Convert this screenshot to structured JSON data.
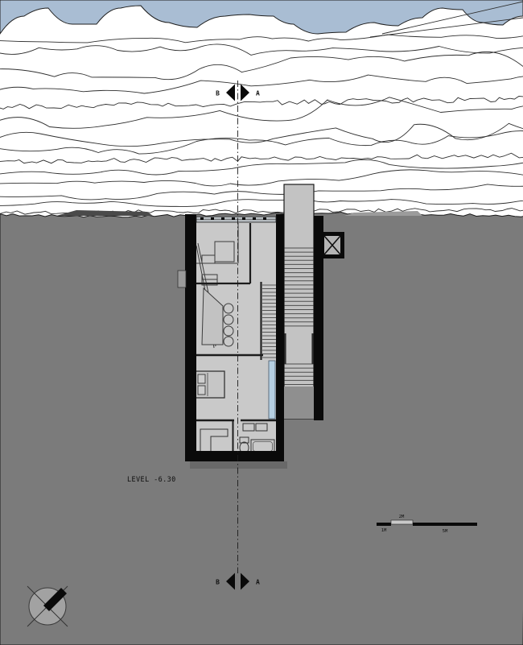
{
  "drawing": {
    "level_label": "LEVEL -6.30",
    "section_markers": {
      "top": {
        "left": "B",
        "right": "A"
      },
      "bottom": {
        "left": "B",
        "right": "A"
      }
    },
    "scale_bar": {
      "labels": [
        "1M",
        "2M",
        "5M"
      ]
    },
    "colors": {
      "water": "#a9bdd3",
      "ground": "#7b7b7b",
      "floor": "#c9c9c9",
      "stair": "#c3c3c3",
      "landing": "#8f8f8f",
      "glass": "#b5cfe2",
      "wall": "#0a0a0a",
      "facade": "#b3b9bd",
      "compass_face": "#a2a2a2"
    }
  }
}
